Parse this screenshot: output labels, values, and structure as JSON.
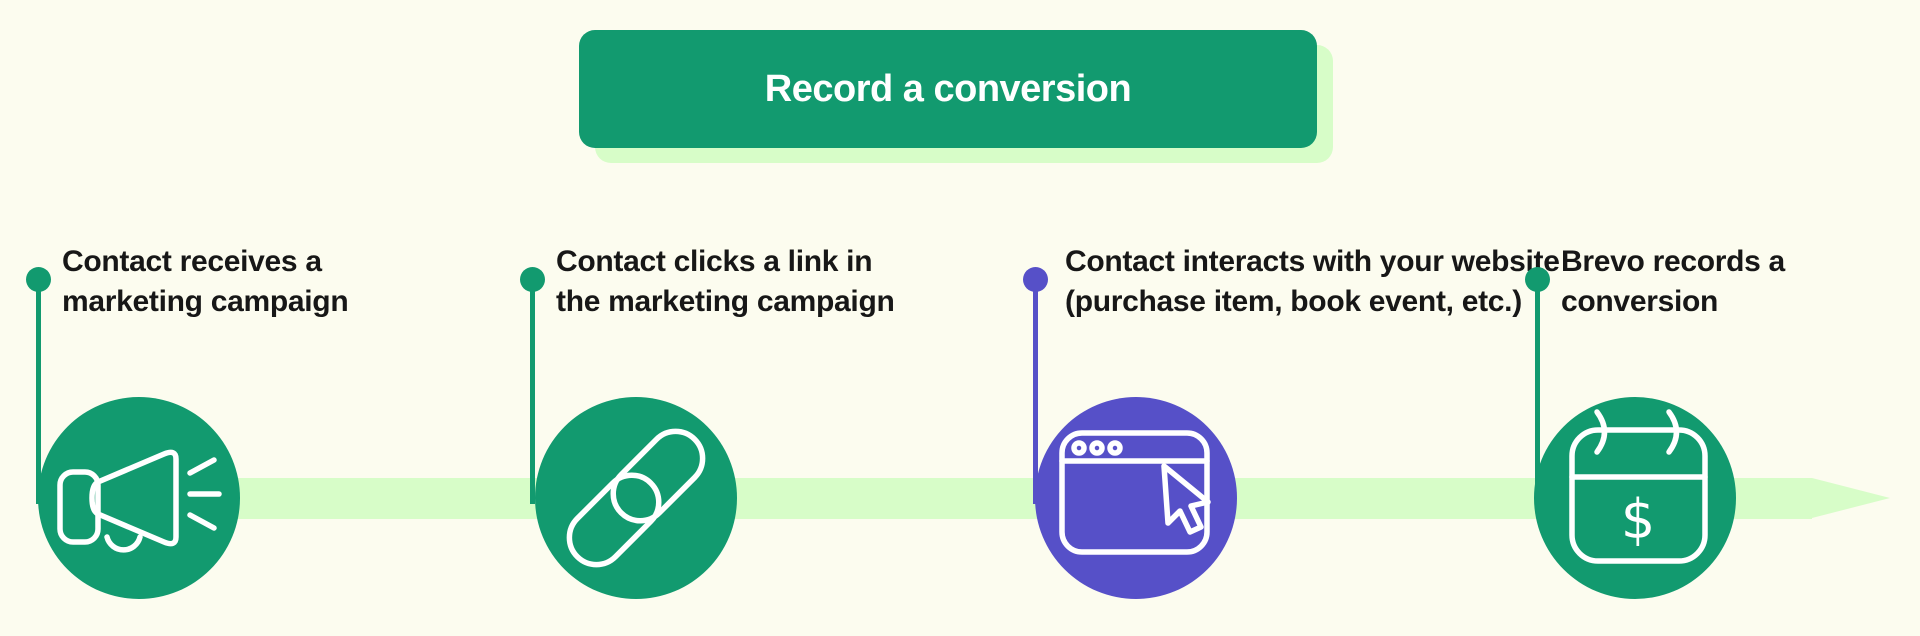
{
  "colors": {
    "bg": "#FCFCEF",
    "green": "#129A6F",
    "light_green": "#D7FDC8",
    "purple": "#5650C8",
    "text": "#171717",
    "icon_stroke": "#FFFFFF"
  },
  "header": {
    "title": "Record a conversion"
  },
  "timeline": {
    "steps": [
      {
        "label_line1": "Contact receives a",
        "label_line2": "marketing campaign",
        "icon": "megaphone-icon",
        "accent": "green"
      },
      {
        "label_line1": "Contact clicks a link in",
        "label_line2": "the marketing campaign",
        "icon": "chain-link-icon",
        "accent": "green"
      },
      {
        "label_line1": "Contact interacts with your website",
        "label_line2": "(purchase item, book event, etc.)",
        "icon": "browser-cursor-icon",
        "accent": "purple"
      },
      {
        "label_line1": "Brevo records a",
        "label_line2": "conversion",
        "icon": "calendar-dollar-icon",
        "accent": "green"
      }
    ]
  },
  "icons": {
    "dollar_glyph": "$"
  }
}
